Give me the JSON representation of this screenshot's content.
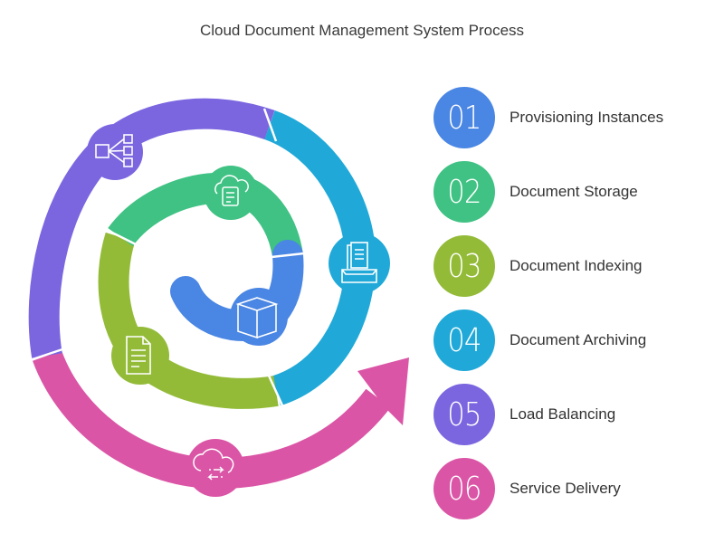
{
  "title": "Cloud Document Management System Process",
  "steps": [
    {
      "number": "01",
      "label": "Provisioning Instances",
      "color": "#4a86e3",
      "icon": "cube-icon"
    },
    {
      "number": "02",
      "label": "Document Storage",
      "color": "#3fc283",
      "icon": "cloud-document-icon"
    },
    {
      "number": "03",
      "label": "Document Indexing",
      "color": "#93bb38",
      "icon": "document-icon"
    },
    {
      "number": "04",
      "label": "Document Archiving",
      "color": "#20a9d8",
      "icon": "archive-tray-icon"
    },
    {
      "number": "05",
      "label": "Load Balancing",
      "color": "#7b66e0",
      "icon": "hierarchy-icon"
    },
    {
      "number": "06",
      "label": "Service Delivery",
      "color": "#db55a6",
      "icon": "cloud-transfer-icon"
    }
  ]
}
